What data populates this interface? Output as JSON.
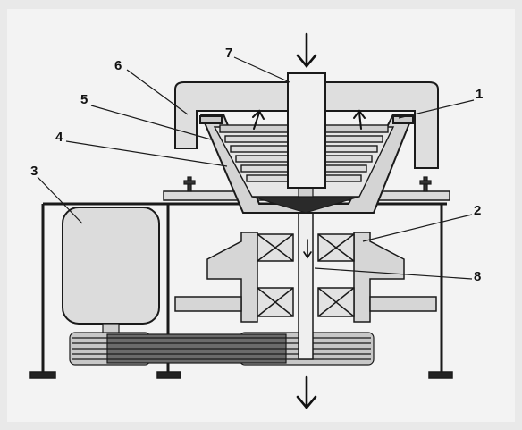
{
  "diagram": {
    "labels": [
      "1",
      "2",
      "3",
      "4",
      "5",
      "6",
      "7",
      "8"
    ],
    "colors": {
      "ink": "#1a1a1a",
      "body_fill": "#d9d9d9",
      "paper": "#f4f4f4",
      "dark_fill": "#3a3a3a"
    }
  }
}
